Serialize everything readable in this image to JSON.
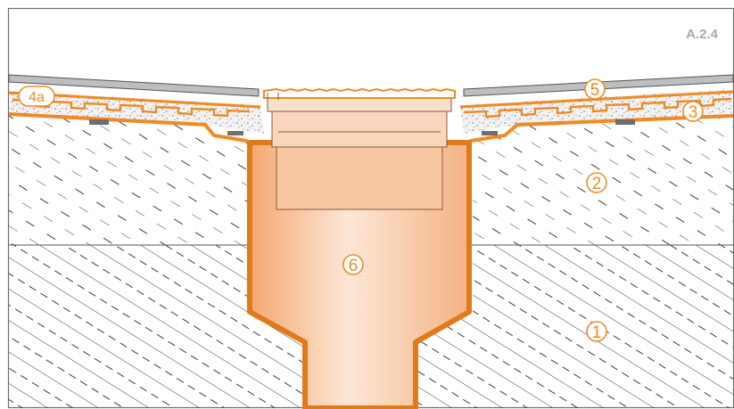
{
  "figure": {
    "code": "A.2.4",
    "callouts": [
      {
        "id": "1",
        "label": "1"
      },
      {
        "id": "2",
        "label": "2"
      },
      {
        "id": "3",
        "label": "3"
      },
      {
        "id": "4a",
        "label": "4a"
      },
      {
        "id": "5",
        "label": "5"
      },
      {
        "id": "6",
        "label": "6"
      }
    ]
  },
  "colors": {
    "accent": "#f08a24",
    "drain_body": "#f6c7a1",
    "hatch": "#3c3c3c",
    "tile": "#bcbec0",
    "bedding": "#ececec",
    "frame": "#6d6e71",
    "code_text": "#a7a9ac"
  }
}
